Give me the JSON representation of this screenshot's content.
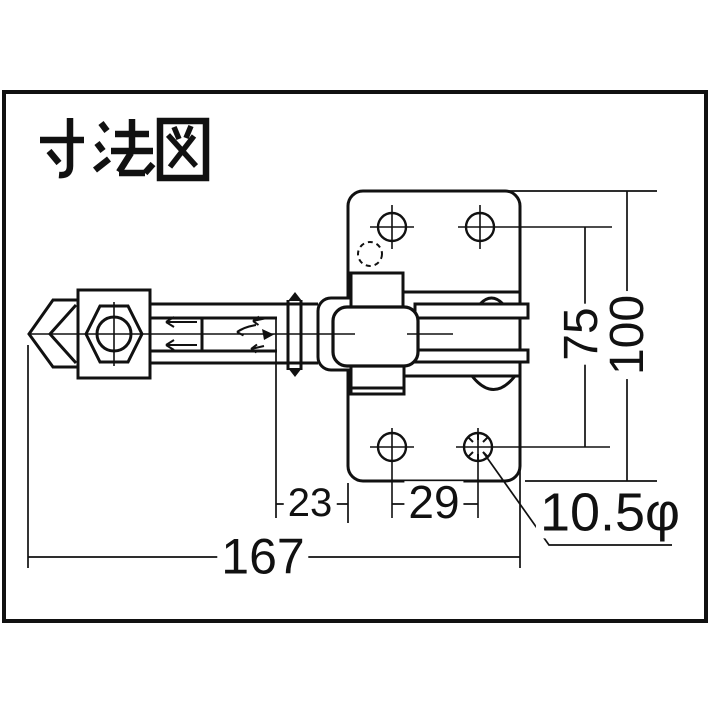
{
  "title": "寸法図",
  "dims": {
    "overall_length": "167",
    "pivot_offset": "23",
    "hole_pitch_horizontal": "29",
    "hole_pitch_vertical": "75",
    "plate_height": "100",
    "hole_diameter": "10.5φ"
  },
  "colors": {
    "ink": "#111111",
    "paper": "#ffffff"
  }
}
